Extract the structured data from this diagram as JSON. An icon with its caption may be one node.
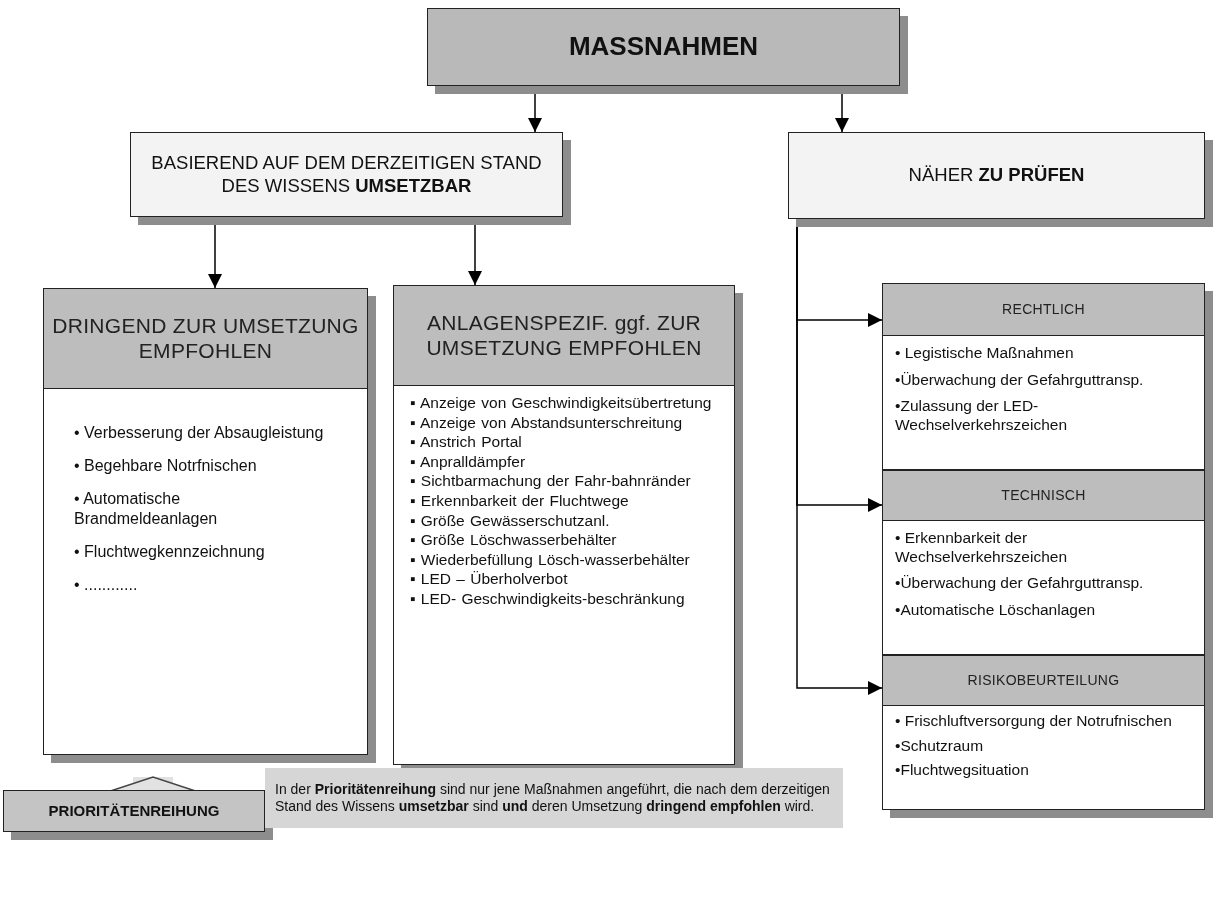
{
  "diagram": {
    "nodes": [
      {
        "text": [
          "MASSNAHMEN"
        ]
      },
      {
        "text": [
          "BASIEREND AUF DEM DERZEITIGEN STAND DES WISSENS **UMSETZBAR**"
        ]
      },
      {
        "text": [
          "NÄHER **ZU PRÜFEN**"
        ]
      },
      {
        "text": [
          "DRINGEND ZUR UMSETZUNG EMPFOHLEN",
          "• Verbesserung der Absaugleistung",
          "• Begehbare Notrfnischen",
          "• Automatische Brandmeldeanlagen",
          "• Fluchtwegkennzeichnung",
          "• ............"
        ]
      },
      {
        "text": [
          "ANLAGENSPEZIF. ggf. ZUR UMSETZUNG EMPFOHLEN",
          "▪ Anzeige von Geschwindigkeitsübertretung",
          "▪ Anzeige von Abstandsunterschreitung",
          "▪ Anstrich Portal",
          "▪ Anpralldämpfer",
          "▪ Sichtbarmachung der Fahr-bahnränder",
          "▪ Erkennbarkeit der Fluchtwege",
          "▪ Größe Gewässerschutzanl.",
          "▪ Größe Löschwasserbehälter",
          "▪ Wiederbefüllung Lösch-wasserbehälter",
          "▪ LED – Überholverbot",
          "▪ LED- Geschwindigkeits-beschränkung"
        ]
      },
      {
        "text": [
          "RECHTLICH",
          "• Legistische Maßnahmen",
          "•Überwachung der Gefahrguttransp.",
          "•Zulassung der LED-Wechselverkehrszeichen"
        ]
      },
      {
        "text": [
          "TECHNISCH",
          "• Erkennbarkeit der Wechselverkehrszeichen",
          "•Überwachung der Gefahrguttransp.",
          "•Automatische Löschanlagen"
        ]
      },
      {
        "text": [
          "RISIKOBEURTEILUNG",
          "• Frischluftversorgung der Notrufnischen",
          "•Schutzraum",
          "•Fluchtwegsituation"
        ]
      },
      {
        "text": [
          "PRIORITÄTENREIHUNG"
        ]
      },
      {
        "text": [
          "In der **Prioritätenreihung** sind nur jene Maßnahmen angeführt, die nach dem derzeitigen Stand des Wissens **umsetzbar** sind **und** deren Umsetzung **dringend empfohlen** wird."
        ]
      }
    ],
    "edges": [
      {
        "from": 0,
        "to": 1,
        "arrow": "to"
      },
      {
        "from": 0,
        "to": 2,
        "arrow": "to"
      },
      {
        "from": 1,
        "to": 3,
        "arrow": "to"
      },
      {
        "from": 1,
        "to": 4,
        "arrow": "to"
      },
      {
        "from": 2,
        "to": 5,
        "arrow": "to"
      },
      {
        "from": 2,
        "to": 6,
        "arrow": "to"
      },
      {
        "from": 2,
        "to": 7,
        "arrow": "to"
      },
      {
        "from": 8,
        "to": 3,
        "arrow": "to",
        "style": "thick",
        "color": "#e2e2e2"
      }
    ]
  }
}
